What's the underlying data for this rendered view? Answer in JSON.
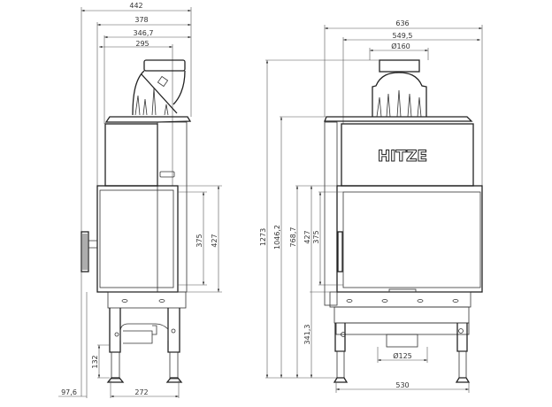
{
  "brand": "HITZE",
  "side_view": {
    "dims": {
      "overall_depth": "442",
      "depth_378": "378",
      "depth_346": "346,7",
      "depth_295": "295",
      "glass_height": "375",
      "door_height": "427",
      "leg_adjust": "132",
      "offset": "97,6",
      "leg_span": "272"
    }
  },
  "front_view": {
    "dims": {
      "overall_width": "636",
      "width_549": "549,5",
      "flue_diameter": "Ø160",
      "total_height": "1273",
      "height_1046": "1046,2",
      "height_768": "768,7",
      "door_height": "427",
      "glass_height": "375",
      "base_height": "341,3",
      "air_inlet_diameter": "Ø125",
      "leg_span": "530"
    }
  }
}
